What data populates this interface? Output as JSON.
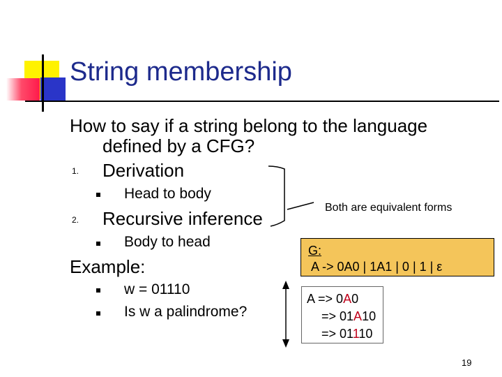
{
  "title": "String membership",
  "intro": {
    "line1": "How to say if a string belong to the language",
    "line2": "defined by a CFG?"
  },
  "list": [
    {
      "number": "1.",
      "label": "Derivation",
      "sub": "Head to body"
    },
    {
      "number": "2.",
      "label": "Recursive inference",
      "sub": "Body to head"
    }
  ],
  "example": {
    "heading": "Example:",
    "items": [
      "w = 01110",
      "Is w a palindrome?"
    ]
  },
  "note": "Both are equivalent forms",
  "grammar": {
    "label": "G:",
    "rule": "A -> 0A0 | 1A1 |  0 | 1 | ε"
  },
  "derivation": {
    "line1": {
      "pre": "A  => 0",
      "hl": "A",
      "post": "0"
    },
    "line2": {
      "pre": "=> 01",
      "hl": "A",
      "post": "10"
    },
    "line3": {
      "pre": "=> 01",
      "hl": "1",
      "post": "10"
    }
  },
  "page_number": "19",
  "colors": {
    "title": "#1d2a8c",
    "box_fill": "#f4c55a",
    "highlight": "#c0001a"
  }
}
